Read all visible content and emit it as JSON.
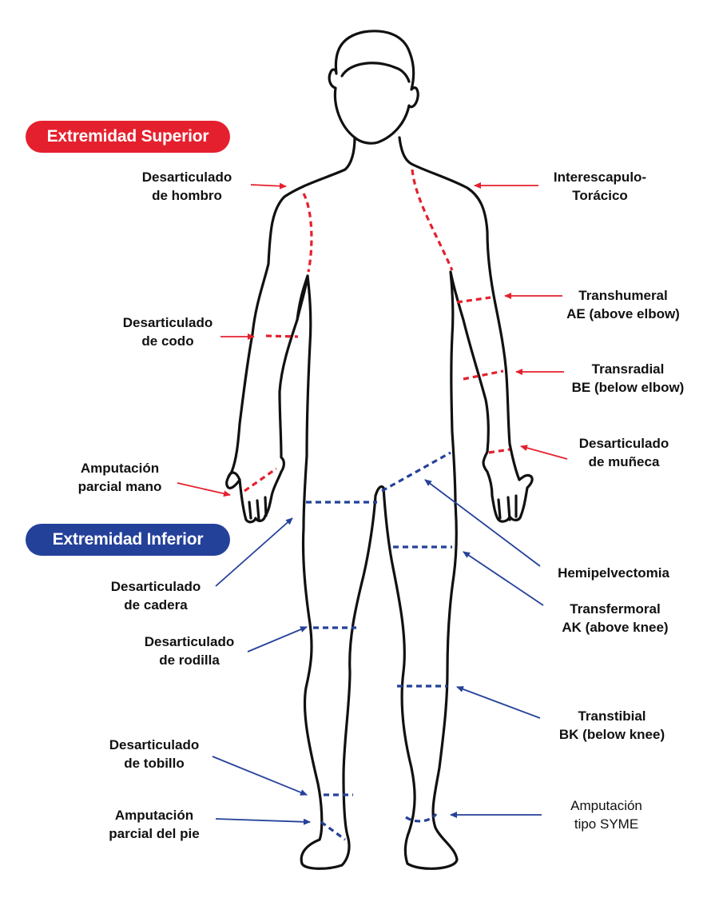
{
  "colors": {
    "upper": "#e5202e",
    "lower": "#24419a",
    "outline": "#111111"
  },
  "sections": {
    "upper": "Extremidad Superior",
    "lower": "Extremidad Inferior"
  },
  "labels": {
    "shoulder": [
      "Desarticulado",
      "de hombro"
    ],
    "interscap": [
      "Interescapulo-",
      "Torácico"
    ],
    "elbow_dis": [
      "Desarticulado",
      "de codo"
    ],
    "transhumeral": [
      "Transhumeral",
      "AE (above elbow)"
    ],
    "transradial": [
      "Transradial",
      "BE (below elbow)"
    ],
    "hand_partial": [
      "Amputación",
      "parcial mano"
    ],
    "wrist": [
      "Desarticulado",
      "de muñeca"
    ],
    "hip": [
      "Desarticulado",
      "de cadera"
    ],
    "hemipelvectomy": [
      "Hemipelvectomia"
    ],
    "transfemoral": [
      "Transfermoral",
      "AK (above knee)"
    ],
    "knee": [
      "Desarticulado",
      "de rodilla"
    ],
    "transtibial": [
      "Transtibial",
      "BK (below knee)"
    ],
    "ankle": [
      "Desarticulado",
      "de tobillo"
    ],
    "foot_partial": [
      "Amputación",
      "parcial del pie"
    ],
    "syme": [
      "Amputación",
      "tipo SYME"
    ]
  }
}
